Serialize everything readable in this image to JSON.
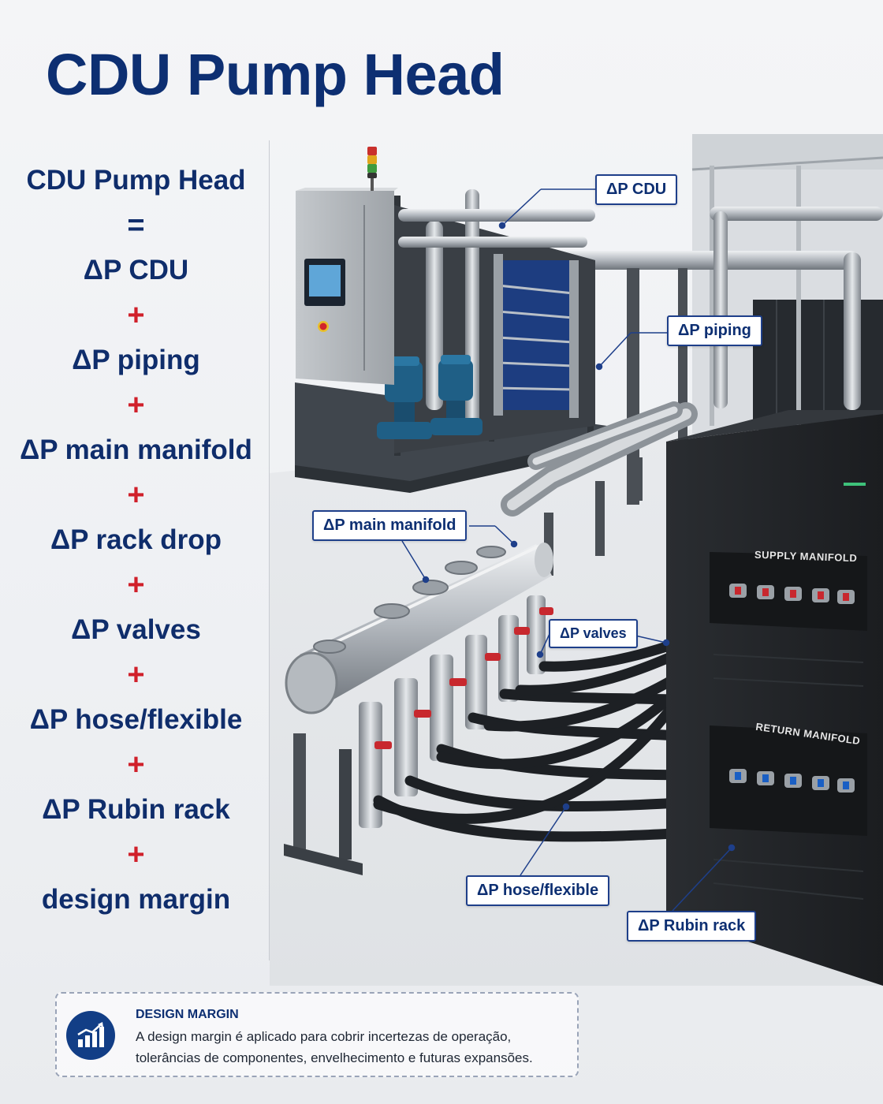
{
  "title": "CDU Pump Head",
  "formula": {
    "lhs": "CDU Pump Head",
    "equals": "=",
    "plus": "+",
    "terms": [
      "ΔP CDU",
      "ΔP piping",
      "ΔP main manifold",
      "ΔP rack drop",
      "ΔP valves",
      "ΔP hose/flexible",
      "ΔP Rubin rack",
      "design margin"
    ]
  },
  "callouts": {
    "cdu": "ΔP CDU",
    "piping": "ΔP piping",
    "main_manifold": "ΔP main manifold",
    "valves": "ΔP valves",
    "hose": "ΔP hose/flexible",
    "rubin_rack": "ΔP Rubin rack"
  },
  "rack": {
    "supply_label": "SUPPLY MANIFOLD",
    "return_label": "RETURN MANIFOLD"
  },
  "note": {
    "title": "DESIGN MARGIN",
    "text": "A design margin é aplicado para cobrir incertezas de operação, tolerâncias de componentes, envelhecimento e futuras expansões."
  },
  "colors": {
    "brand": "#0d2f72",
    "plus": "#d0202a",
    "pump_blue": "#1f5f86",
    "supply_red": "#c8282e",
    "return_blue": "#1a5fc4"
  },
  "icons": [
    "chart-growth-icon",
    "status-light-icon",
    "hmi-screen-icon",
    "emergency-stop-icon"
  ]
}
